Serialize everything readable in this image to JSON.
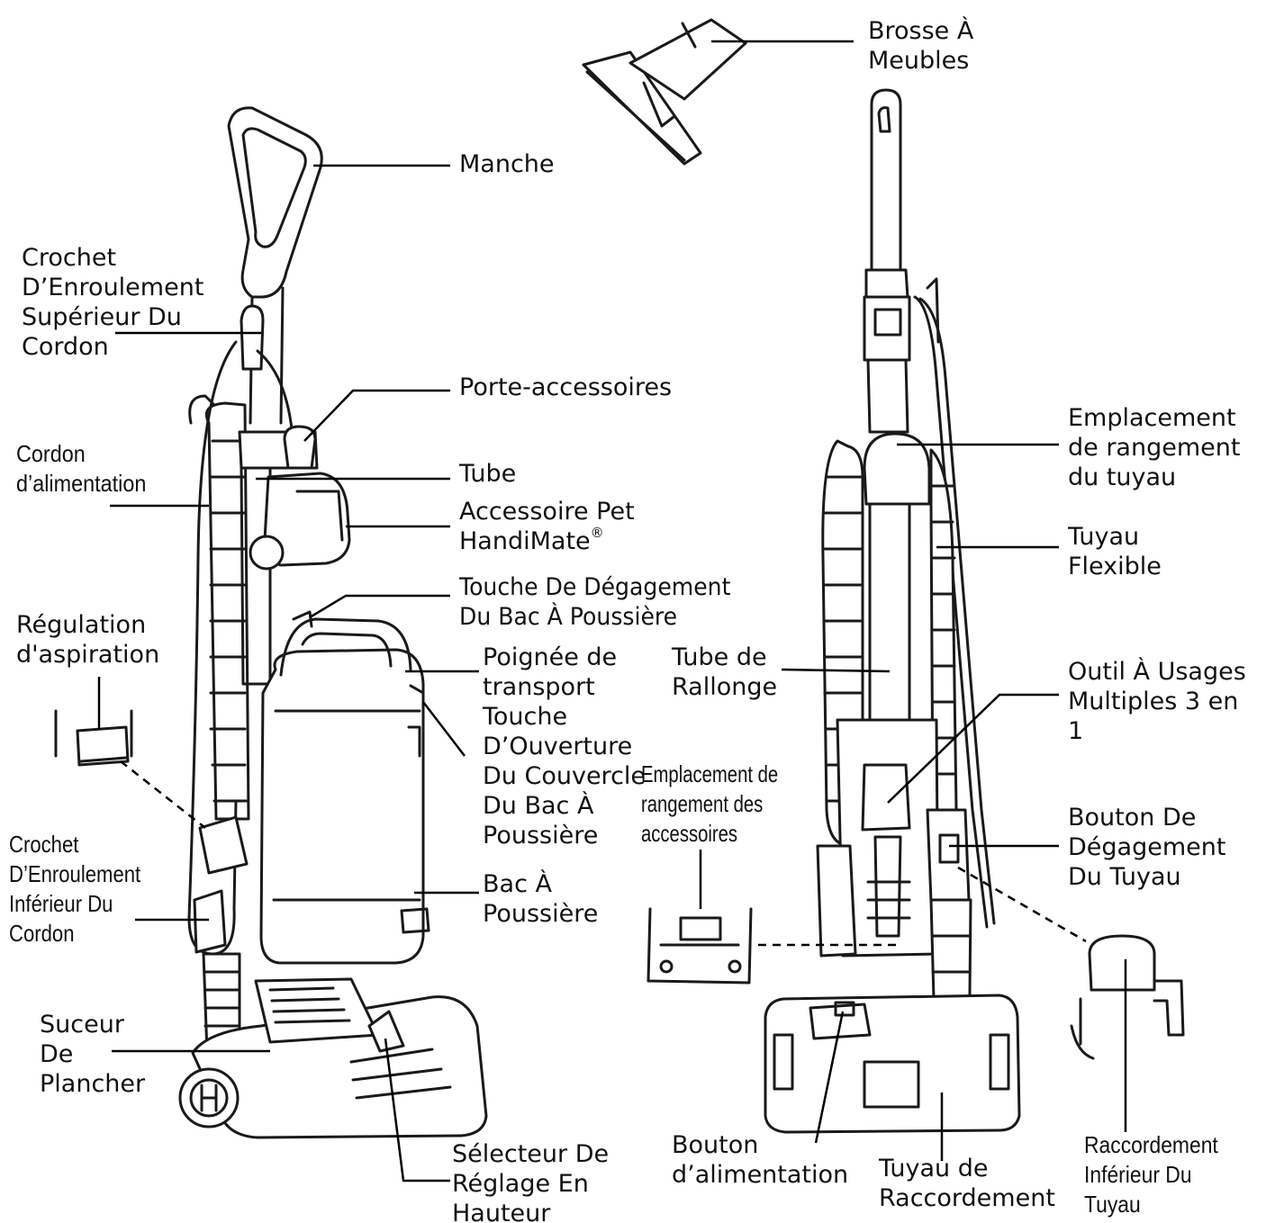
{
  "diagram": {
    "labels": {
      "brosse_a_meubles": [
        "Brosse À",
        "Meubles"
      ],
      "manche": [
        "Manche"
      ],
      "crochet_superieur": [
        "Crochet",
        "D’Enroulement",
        "Supérieur Du",
        "Cordon"
      ],
      "porte_accessoires": [
        "Porte-accessoires"
      ],
      "cordon_alimentation": [
        "Cordon",
        "d’alimentation"
      ],
      "tube": [
        "Tube"
      ],
      "accessoire_pet": [
        "Accessoire Pet",
        "HandiMate"
      ],
      "accessoire_pet_mark": "®",
      "touche_degagement_bac": [
        "Touche De Dégagement",
        "Du Bac À Poussière"
      ],
      "regulation_aspiration": [
        "Régulation",
        "d'aspiration"
      ],
      "poignee_transport": [
        "Poignée de",
        "transport"
      ],
      "touche_ouverture": [
        "Touche",
        "D’Ouverture",
        "Du Couvercle",
        "Du Bac À",
        "Poussière"
      ],
      "crochet_inferieur": [
        "Crochet",
        "D’Enroulement",
        "Inférieur Du",
        "Cordon"
      ],
      "bac_a_poussiere": [
        "Bac À",
        "Poussière"
      ],
      "suceur_de_plancher": [
        "Suceur",
        "De",
        "Plancher"
      ],
      "selecteur_reglage": [
        "Sélecteur De",
        "Réglage En",
        "Hauteur"
      ],
      "emplacement_tuyau": [
        "Emplacement",
        "de rangement",
        "du tuyau"
      ],
      "tuyau_flexible": [
        "Tuyau",
        "Flexible"
      ],
      "tube_de_rallonge": [
        "Tube de",
        "Rallonge"
      ],
      "outil_usages_multiples": [
        "Outil À Usages",
        "Multiples 3 en",
        "1"
      ],
      "emplacement_accessoires": [
        "Emplacement de",
        "rangement des",
        "accessoires"
      ],
      "bouton_degagement_tuyau": [
        "Bouton De",
        "Dégagement",
        "Du Tuyau"
      ],
      "bouton_alimentation": [
        "Bouton",
        "d’alimentation"
      ],
      "tuyau_de_raccordement": [
        "Tuyau de",
        "Raccordement"
      ],
      "raccordement_inferieur": [
        "Raccordement",
        "Inférieur Du",
        "Tuyau"
      ]
    }
  }
}
